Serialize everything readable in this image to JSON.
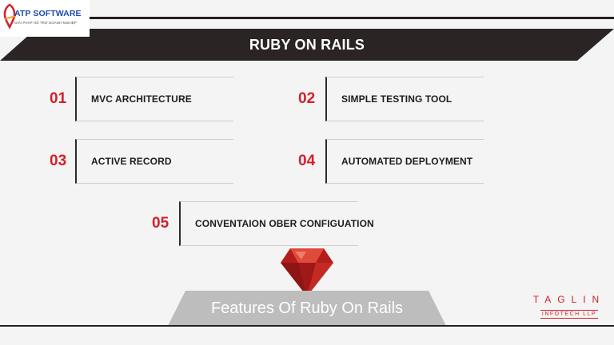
{
  "logo": {
    "name": "ATP SOFTWARE",
    "tagline": "GIẢI PHÁP HỖ TRỢ DOANH NGHIỆP"
  },
  "banner": {
    "title": "RUBY ON RAILS"
  },
  "features": [
    {
      "number": "01",
      "label": "MVC ARCHITECTURE"
    },
    {
      "number": "02",
      "label": "SIMPLE TESTING TOOL"
    },
    {
      "number": "03",
      "label": "ACTIVE RECORD"
    },
    {
      "number": "04",
      "label": "AUTOMATED DEPLOYMENT"
    },
    {
      "number": "05",
      "label": "CONVENTAION OBER CONFIGUATION"
    }
  ],
  "footer": {
    "title": "Features Of Ruby On Rails"
  },
  "brand": {
    "name": "TAGLIN",
    "sub": "INFOTECH LLP"
  },
  "colors": {
    "accent": "#d3202a",
    "banner": "#2b2425",
    "footer_band": "#bdbdbd"
  },
  "icons": [
    "atp-logo-icon",
    "ruby-gem-icon"
  ]
}
